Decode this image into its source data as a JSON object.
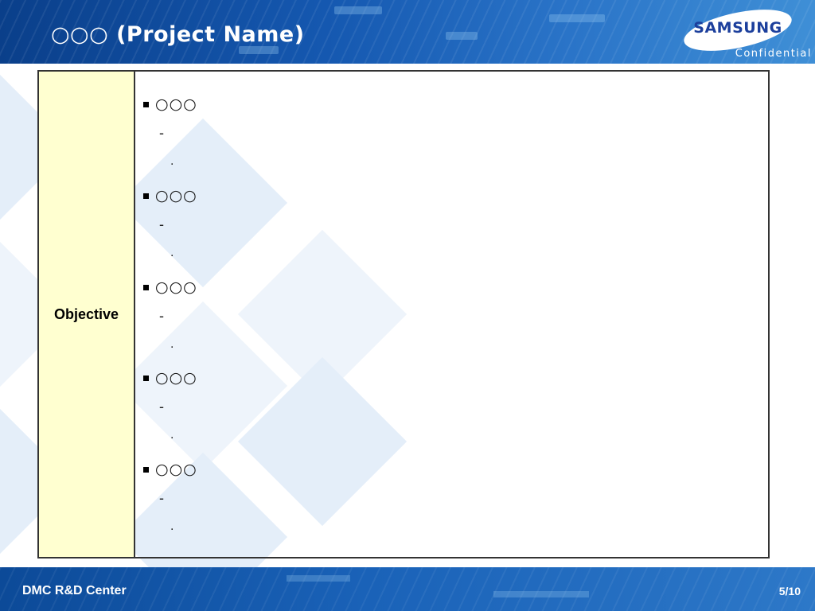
{
  "slide": {
    "title": "○○○ (Project Name)",
    "logo_text": "SAMSUNG",
    "confidential_label": "Confidential",
    "footer_left": "DMC R&D Center",
    "page_number": "5/10"
  },
  "table": {
    "label": "Objective",
    "items": [
      {
        "bullet": "○○○",
        "sub": "-",
        "subsub": "."
      },
      {
        "bullet": "○○○",
        "sub": "-",
        "subsub": "."
      },
      {
        "bullet": "○○○",
        "sub": "-",
        "subsub": "."
      },
      {
        "bullet": "○○○",
        "sub": "-",
        "subsub": "."
      },
      {
        "bullet": "○○○",
        "sub": "-",
        "subsub": "."
      }
    ]
  },
  "colors": {
    "header_blue": "#1558b0",
    "label_cell_bg": "#ffffd0",
    "logo_blue": "#1c3f9c"
  }
}
